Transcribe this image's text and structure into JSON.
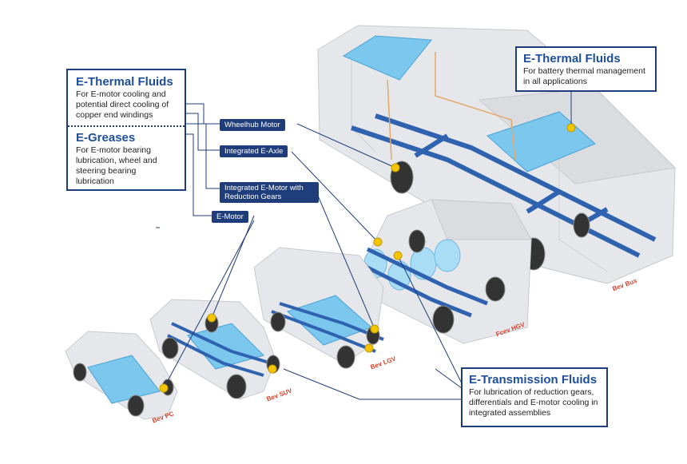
{
  "callout_left": {
    "thermal_title": "E-Thermal Fluids",
    "thermal_desc": "For E-motor cooling and potential direct cooling of copper end windings",
    "greases_title": "E-Greases",
    "greases_desc": "For E-motor bearing lubrication, wheel and steering bearing lubrication"
  },
  "callout_right": {
    "title": "E-Thermal Fluids",
    "desc": "For battery thermal management in all applications"
  },
  "callout_bottom": {
    "title": "E-Transmission Fluids",
    "desc": "For lubrication of reduction gears, differentials and E-motor cooling in integrated assemblies"
  },
  "pills": {
    "wheelhub": "Wheelhub Motor",
    "axle": "Integrated E-Axle",
    "reduction": "Integrated E-Motor with Reduction Gears",
    "emotor": "E-Motor"
  },
  "vehicles": {
    "pc": "Bev PC",
    "suv": "Bev SUV",
    "lgv": "Bev LGV",
    "hgv": "Fcev HGV",
    "bus": "Bev Bus"
  },
  "colors": {
    "navy": "#1f3d7a",
    "title_blue": "#1f4f9c",
    "frame_blue": "#2f63b0",
    "battery_blue": "#7cc7ee",
    "connector_yellow": "#f2c500",
    "label_red": "#d9402a",
    "body_grey": "#e6e7ea"
  }
}
